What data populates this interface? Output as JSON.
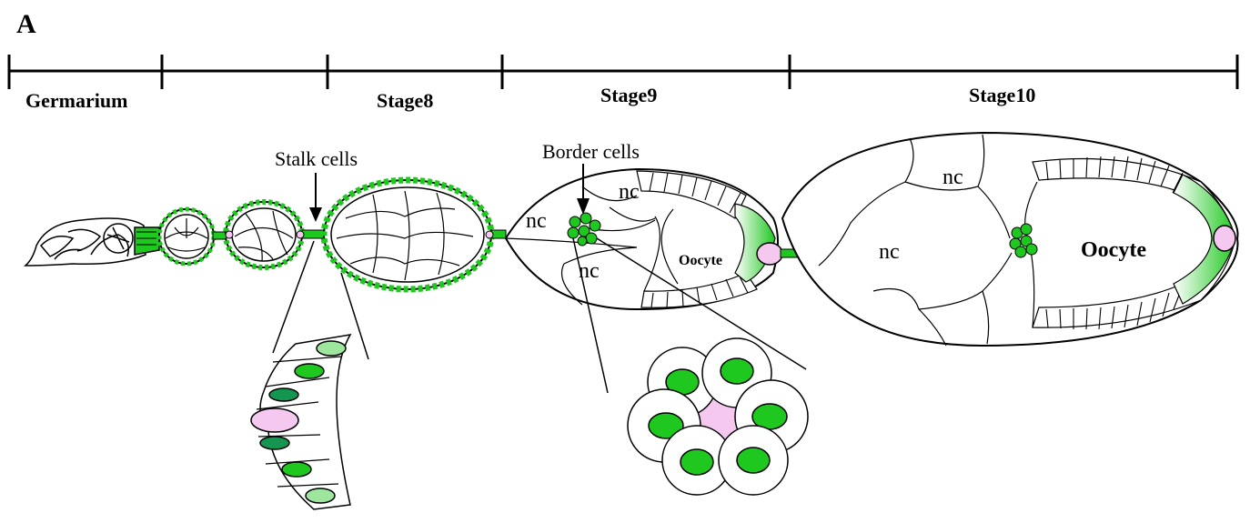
{
  "panel_label": "A",
  "timeline": {
    "germarium": "Germarium",
    "stage8": "Stage8",
    "stage9": "Stage9",
    "stage10": "Stage10"
  },
  "labels": {
    "stalk_cells": "Stalk cells",
    "border_cells": "Border cells",
    "nurse_cell": "nc",
    "oocyte": "Oocyte"
  },
  "colors": {
    "green": "#1ec81e",
    "dark_green": "#149650",
    "light_green": "#9ee69e",
    "pink": "#f5c8f0"
  }
}
